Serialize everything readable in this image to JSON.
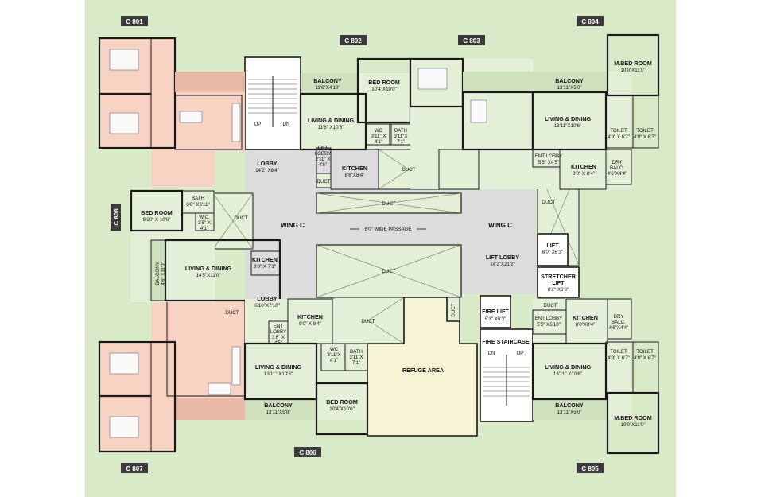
{
  "flats": {
    "c801": "C 801",
    "c802": "C 802",
    "c803": "C 803",
    "c804": "C 804",
    "c805": "C 805",
    "c806": "C 806",
    "c807": "C 807",
    "c808": "C 808"
  },
  "common": {
    "wing_left": "WING C",
    "wing_right": "WING C",
    "passage": "6'0\" WIDE PASSAGE",
    "lobby_top_name": "LOBBY",
    "lobby_top_dim": "14'2\" X8'4\"",
    "lobby_mid_name": "LOBBY",
    "lobby_mid_dim": "6'10\"X7'10\"",
    "lift_lobby_name": "LIFT LOBBY",
    "lift_lobby_dim": "14'2\"X21'2\"",
    "lift_name": "LIFT",
    "lift_dim": "6'0\" X6'3\"",
    "stretcher_name": "STRETCHER",
    "stretcher_name2": "LIFT",
    "stretcher_dim": "8'2\" X6'3\"",
    "fire_lift_name": "FIRE LIFT",
    "fire_lift_dim": "6'3\" X6'3\"",
    "fire_staircase": "FIRE STAIRCASE",
    "refuge": "REFUGE AREA",
    "duct": "DUCT",
    "up": "UP",
    "dn": "DN"
  },
  "rooms": {
    "balcony_802": "BALCONY",
    "balcony_802_dim": "11'6\"X4'10\"",
    "living_802": "LIVING & DINING",
    "living_802_dim": "11'6\" X10'6\"",
    "bed_802": "BED ROOM",
    "bed_802_dim": "10'4\"X10'0\"",
    "entlobby_802": "ENT",
    "entlobby_802b": "LOBBY",
    "entlobby_802_dim": "2'11\" X",
    "entlobby_802_dim2": "4'5\"",
    "wc_802": "WC",
    "wc_802_dim": "3'11\" X",
    "wc_802_dim2": "4'1\"",
    "bath_802": "BATH",
    "bath_802_dim": "3'11\"X",
    "bath_802_dim2": "7'1\"",
    "kitchen_802": "KITCHEN",
    "kitchen_802_dim": "8'6\"X8'4\"",
    "balcony_804": "BALCONY",
    "balcony_804_dim": "13'11\"X5'0\"",
    "mbed_804": "M.BED ROOM",
    "mbed_804_dim": "10'0\"X11'0\"",
    "living_804": "LIVING & DINING",
    "living_804_dim": "13'11\"X10'6\"",
    "toilet_804a": "TOILET",
    "toilet_804a_dim": "4'9\" X 6'7\"",
    "toilet_804b": "TOILET",
    "toilet_804b_dim": "4'9\" X 6'7\"",
    "entlobby_804": "ENT LOBBY",
    "entlobby_804_dim": "5'5\" X4'5\"",
    "kitchen_804": "KITCHEN",
    "kitchen_804_dim": "8'0\" X 8'4\"",
    "drybalc_804": "DRY",
    "drybalc_804b": "BALC.",
    "drybalc_804_dim": "4'6\"X4'4\"",
    "bed_808": "BED ROOM",
    "bed_808_dim": "9'10\" X 10'6\"",
    "bath_808": "BATH",
    "bath_808_dim": "6'6\" X3'11\"",
    "wc_808": "W.C.",
    "wc_808_dim": "3'5\" X",
    "wc_808_dim2": "4'1\"",
    "kitchen_808": "KITCHEN",
    "kitchen_808_dim": "8'0\" X 7'1\"",
    "living_808": "LIVING & DINING",
    "living_808_dim": "14'5\"X11'0\"",
    "balcony_808": "BALCONY",
    "balcony_808_dim": "4'6\" X11'0\"",
    "kitchen_806": "KITCHEN",
    "kitchen_806_dim": "9'0\" X 8'4\"",
    "entlobby_806": "ENT",
    "entlobby_806b": "LOBBY",
    "entlobby_806_dim": "3'6\" X",
    "entlobby_806_dim2": "4'5\"",
    "wc_806": "WC",
    "wc_806_dim": "3'11\"X",
    "wc_806_dim2": "4'1\"",
    "bath_806": "BATH",
    "bath_806_dim": "3'11\"X",
    "bath_806_dim2": "7'1\"",
    "living_806": "LIVING & DINING",
    "living_806_dim": "13'11\" X10'6\"",
    "bed_806": "BED ROOM",
    "bed_806_dim": "10'4\"X10'0\"",
    "balcony_806": "BALCONY",
    "balcony_806_dim": "13'11\"X5'0\"",
    "entlobby_805": "ENT LOBBY",
    "entlobby_805_dim": "5'5\" X6'10\"",
    "kitchen_805": "KITCHEN",
    "kitchen_805_dim": "8'0\"X8'4\"",
    "drybalc_805": "DRY",
    "drybalc_805b": "BALC.",
    "drybalc_805_dim": "4'6\"X4'4\"",
    "toilet_805a": "TOILET",
    "toilet_805a_dim": "4'9\" X 6'7\"",
    "toilet_805b": "TOILET",
    "toilet_805b_dim": "4'9\" X 6'7\"",
    "living_805": "LIVING & DINING",
    "living_805_dim": "13'11\" X10'6\"",
    "balcony_805": "BALCONY",
    "balcony_805_dim": "13'11\"X5'0\"",
    "mbed_805": "M.BED ROOM",
    "mbed_805_dim": "10'0\"X11'0\""
  },
  "colors": {
    "page_bg": "#d9eac9",
    "flat_fill": "#e4efd8",
    "pink_fill": "#f6d3c3",
    "common_fill": "#dcdcdc",
    "balcony_fill": "#cfe0bf",
    "white_fill": "#ffffff",
    "refuge_fill": "#f6f2d4",
    "tag_fill": "#3a3a3a"
  }
}
